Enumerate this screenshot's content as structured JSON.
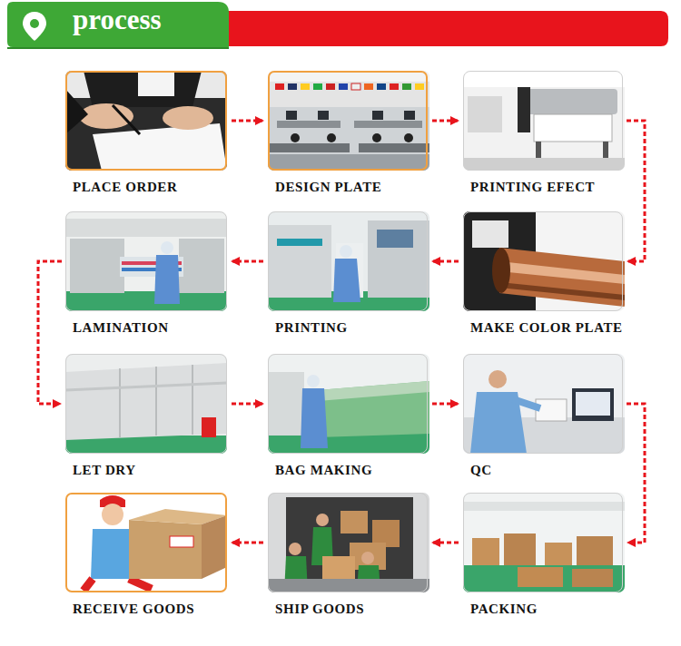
{
  "diagram": {
    "title": "process",
    "nodes": [
      {
        "text": [
          "PLACE ORDER"
        ]
      },
      {
        "text": [
          "DESIGN PLATE"
        ]
      },
      {
        "text": [
          "PRINTING EFECT"
        ]
      },
      {
        "text": [
          "MAKE COLOR PLATE"
        ]
      },
      {
        "text": [
          "PRINTING"
        ]
      },
      {
        "text": [
          "LAMINATION"
        ]
      },
      {
        "text": [
          "LET DRY"
        ]
      },
      {
        "text": [
          "BAG MAKING"
        ]
      },
      {
        "text": [
          "QC"
        ]
      },
      {
        "text": [
          "PACKING"
        ]
      },
      {
        "text": [
          "SHIP GOODS"
        ]
      },
      {
        "text": [
          "RECEIVE GOODS"
        ]
      }
    ],
    "edges": [
      {
        "from": 0,
        "to": 1,
        "arrow": "to"
      },
      {
        "from": 1,
        "to": 2,
        "arrow": "to"
      },
      {
        "from": 2,
        "to": 3,
        "arrow": "to"
      },
      {
        "from": 3,
        "to": 4,
        "arrow": "to"
      },
      {
        "from": 4,
        "to": 5,
        "arrow": "to"
      },
      {
        "from": 5,
        "to": 6,
        "arrow": "to"
      },
      {
        "from": 6,
        "to": 7,
        "arrow": "to"
      },
      {
        "from": 7,
        "to": 8,
        "arrow": "to"
      },
      {
        "from": 8,
        "to": 9,
        "arrow": "to"
      },
      {
        "from": 9,
        "to": 10,
        "arrow": "to"
      },
      {
        "from": 10,
        "to": 11,
        "arrow": "to"
      }
    ]
  }
}
